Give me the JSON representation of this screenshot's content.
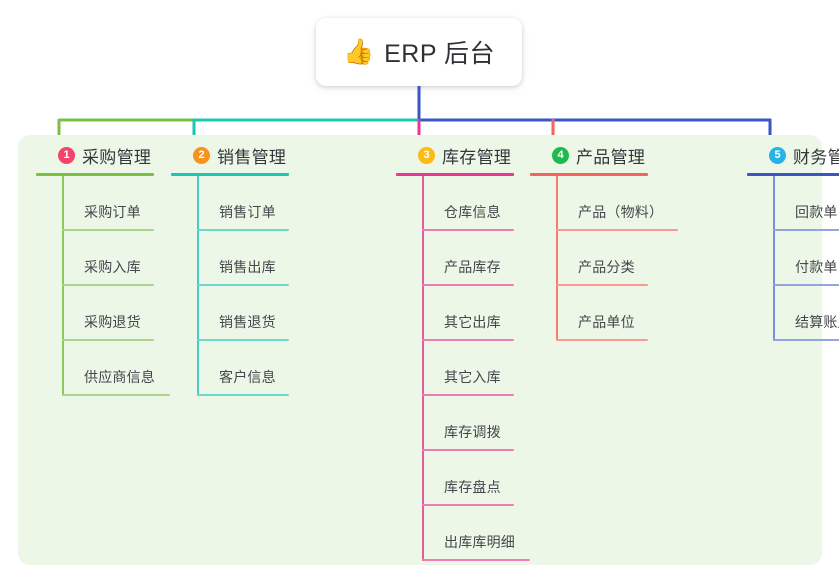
{
  "root": {
    "emoji": "👍",
    "emoji_name": "thumbs-up-icon",
    "title": "ERP 后台"
  },
  "palette": {
    "panel_background": "#edf7e8",
    "page_background": "#ffffff",
    "title_text": "#2f3135",
    "leaf_text": "#44474c"
  },
  "columns": [
    {
      "index": "1",
      "badge_color": "#f2456b",
      "line_color": "#7ac143",
      "leaf_line_color": "#a9d58a",
      "spine_color": "#8cc85e",
      "title": "采购管理",
      "items": [
        {
          "label": "采购订单",
          "rule_width": 92
        },
        {
          "label": "采购入库",
          "rule_width": 92
        },
        {
          "label": "采购退货",
          "rule_width": 92
        },
        {
          "label": "供应商信息",
          "rule_width": 108
        }
      ]
    },
    {
      "index": "2",
      "badge_color": "#f7941e",
      "line_color": "#1bc6b4",
      "leaf_line_color": "#6fd8cd",
      "spine_color": "#46cec0",
      "title": "销售管理",
      "items": [
        {
          "label": "销售订单",
          "rule_width": 92
        },
        {
          "label": "销售出库",
          "rule_width": 92
        },
        {
          "label": "销售退货",
          "rule_width": 92
        },
        {
          "label": "客户信息",
          "rule_width": 92
        }
      ]
    },
    {
      "index": "3",
      "badge_color": "#fbba16",
      "line_color": "#e8388f",
      "leaf_line_color": "#ed7eb4",
      "spine_color": "#e35ba0",
      "title": "库存管理",
      "items": [
        {
          "label": "仓库信息",
          "rule_width": 92
        },
        {
          "label": "产品库存",
          "rule_width": 92
        },
        {
          "label": "其它出库",
          "rule_width": 92
        },
        {
          "label": "其它入库",
          "rule_width": 92
        },
        {
          "label": "库存调拨",
          "rule_width": 92
        },
        {
          "label": "库存盘点",
          "rule_width": 92
        },
        {
          "label": "出库库明细",
          "rule_width": 108
        }
      ]
    },
    {
      "index": "4",
      "badge_color": "#1fb950",
      "line_color": "#f8625c",
      "leaf_line_color": "#f89992",
      "spine_color": "#f77a74",
      "title": "产品管理",
      "items": [
        {
          "label": "产品（物料）",
          "rule_width": 122
        },
        {
          "label": "产品分类",
          "rule_width": 92
        },
        {
          "label": "产品单位",
          "rule_width": 92
        }
      ]
    },
    {
      "index": "5",
      "badge_color": "#28b3e8",
      "line_color": "#3b56c4",
      "leaf_line_color": "#92a5e0",
      "spine_color": "#7a90da",
      "title": "财务管理",
      "items": [
        {
          "label": "回款单",
          "rule_width": 92
        },
        {
          "label": "付款单",
          "rule_width": 92
        },
        {
          "label": "结算账户",
          "rule_width": 92
        }
      ]
    }
  ],
  "connector": {
    "root_stem_color": "#3b56c4",
    "segments": [
      {
        "name": "bus-segment-green",
        "color": "#7ac143"
      },
      {
        "name": "bus-segment-teal",
        "color": "#1bc6b4"
      },
      {
        "name": "bus-segment-indigo",
        "color": "#3b56c4"
      }
    ]
  }
}
